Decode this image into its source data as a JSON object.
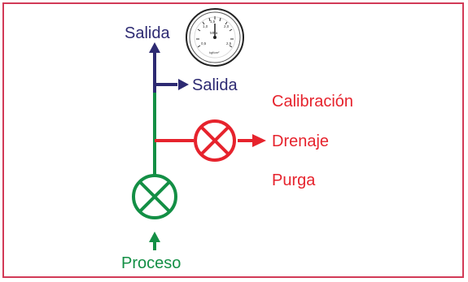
{
  "labels": {
    "salida_top": "Salida",
    "salida_branch": "Salida",
    "calibracion": "Calibración",
    "drenaje": "Drenaje",
    "purga": "Purga",
    "proceso": "Proceso"
  },
  "gauge": {
    "ticks": [
      "0,5",
      "1,0",
      "1,5",
      "2,0",
      "2,5"
    ],
    "unit_top": "MPa",
    "unit_bottom": "kgf/cm²"
  },
  "colors": {
    "frame": "#d23a57",
    "outlet": "#2d2a72",
    "process": "#138f45",
    "drain": "#e6232d",
    "gauge": "#222222"
  }
}
